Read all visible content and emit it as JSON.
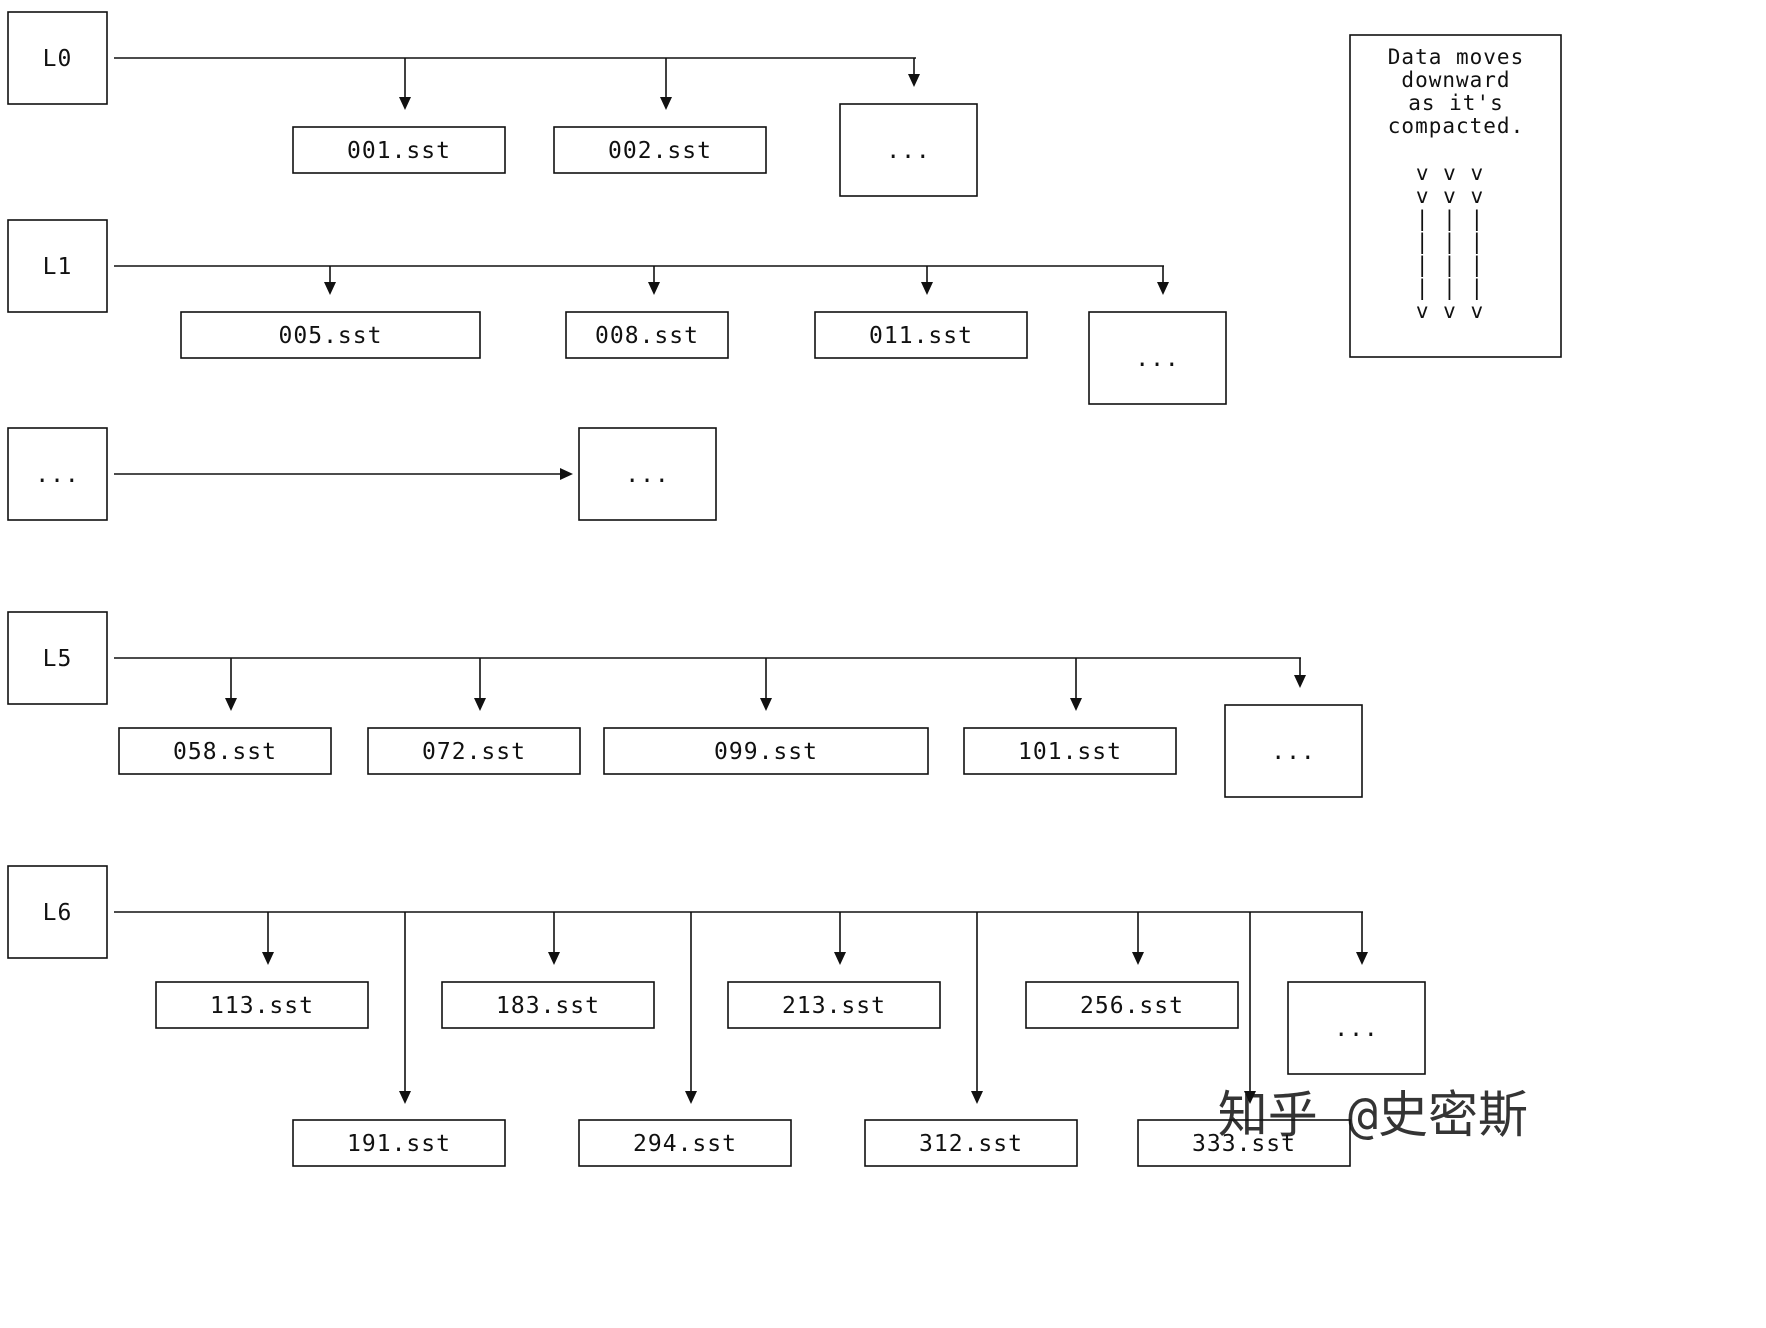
{
  "colors": {
    "stroke": "#111111",
    "background": "#ffffff",
    "watermark": "#cfcfcf"
  },
  "levels": [
    {
      "id": "l0",
      "label": "L0",
      "files": [
        "001.sst",
        "002.sst",
        "..."
      ]
    },
    {
      "id": "l1",
      "label": "L1",
      "files": [
        "005.sst",
        "008.sst",
        "011.sst",
        "..."
      ]
    },
    {
      "id": "lmid",
      "label": "...",
      "files": [
        "..."
      ]
    },
    {
      "id": "l5",
      "label": "L5",
      "files": [
        "058.sst",
        "072.sst",
        "099.sst",
        "101.sst",
        "..."
      ]
    },
    {
      "id": "l6",
      "label": "L6",
      "files": [
        "113.sst",
        "183.sst",
        "213.sst",
        "256.sst",
        "...",
        "191.sst",
        "294.sst",
        "312.sst",
        "333.sst"
      ]
    }
  ],
  "note": {
    "lines": [
      "Data moves",
      "downward",
      "as it's",
      "compacted."
    ],
    "arrow_glyphs": [
      "v v v",
      "v v v",
      "| | |",
      "| | |",
      "| | |",
      "| | |",
      "v v v"
    ]
  },
  "watermark": {
    "text": "知乎 @史密斯"
  }
}
